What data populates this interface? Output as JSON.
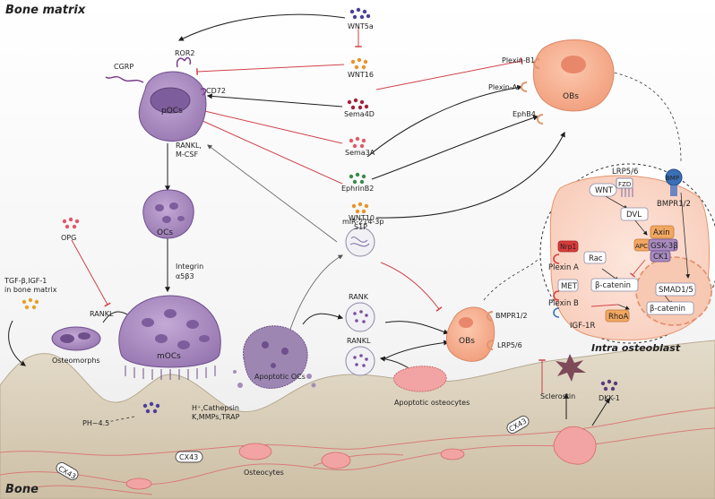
{
  "titles": {
    "bone_matrix": "Bone matrix",
    "bone": "Bone",
    "intra": "Intra osteoblast"
  },
  "cells": {
    "pocs": "pOCs",
    "ocs": "OCs",
    "mocs": "mOCs",
    "obs_top": "OBs",
    "obs_mid": "OBs",
    "apoptotic_ocs": "Apoptotic OCs",
    "apoptotic_osteocytes": "Apoptotic osteocytes",
    "osteomorphs": "Osteomorphs",
    "osteocytes": "Osteocytes"
  },
  "receptors": {
    "cgrp": "CGRP",
    "ror2": "ROR2",
    "cd72": "CD72",
    "plexin_b1": "Plexin-B1",
    "plexin_a": "Plexin-A",
    "ephb4": "EphB4",
    "bmpr12": "BMPR1/2",
    "lrp56": "LRP5/6"
  },
  "signals": {
    "wnt5a": "WNT5a",
    "wnt16": "WNT16",
    "sema4d": "Sema4D",
    "sema3a": "Sema3A",
    "ephrinb2": "EphrinB2",
    "wnt10": "WNT10",
    "s1p": "S1P",
    "opg": "OPG",
    "rankl": "RANKL",
    "tgf_line1": "TGF-β,IGF-1",
    "tgf_line2": "in bone matrix",
    "rankl_mcsf_1": "RANKL,",
    "rankl_mcsf_2": "M-CSF",
    "integrin_1": "Integrin",
    "integrin_2": "α5β3",
    "mir": "miR-214-3p",
    "rank_vesicle": "RANK",
    "rankl_vesicle": "RANKL",
    "h_line1": "H⁺,Cathepsin",
    "h_line2": "K,MMPs,TRAP",
    "ph": "PH~4.5",
    "sclerostin": "Sclerostin",
    "dkk1": "DKK-1",
    "cx43": "CX43"
  },
  "intracellular": {
    "lrp56": "LRP5/6",
    "fzd": "FZD",
    "bmp": "BMP",
    "bmpr12": "BMPR1/2",
    "wnt": "WNT",
    "dvl": "DVL",
    "axin": "Axin",
    "apc": "APC",
    "gsk3b": "GSK-3β",
    "ck1": "CK1",
    "nrp1": "Nrp1",
    "plexin_a": "Plexin A",
    "rac": "Rac",
    "beta_catenin": "β-catenin",
    "met": "MET",
    "plexin_b": "Plexin B",
    "rhoa": "RhoA",
    "igf1r": "IGF-1R",
    "smad15": "SMAD1/5"
  },
  "colors": {
    "oc_fill": "#a98bc0",
    "oc_stroke": "#6e4f8c",
    "ob_fill": "#f6ad8d",
    "ob_stroke": "#d98866",
    "inhibit": "#d0424b",
    "activate": "#1e1e1e",
    "bone_fill": "#ddd5c3",
    "red_node": "#d93b3b"
  }
}
